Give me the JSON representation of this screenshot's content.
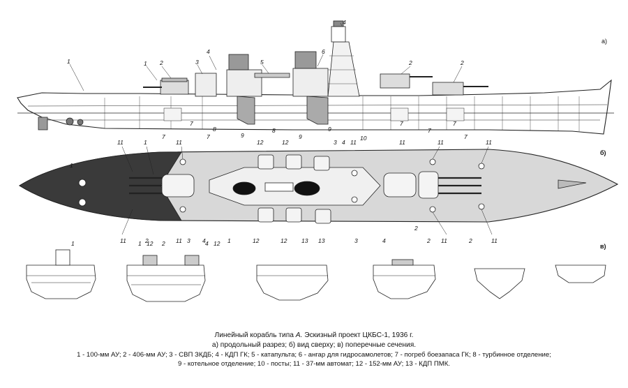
{
  "panels": {
    "a": "а)",
    "b": "б)",
    "c": "в)"
  },
  "profile_callouts": [
    "1",
    "1",
    "2",
    "3",
    "4",
    "5",
    "4",
    "6",
    "2",
    "2",
    "7",
    "7",
    "7",
    "8",
    "9",
    "8",
    "9",
    "9",
    "10",
    "7",
    "7",
    "7",
    "7"
  ],
  "plan_callouts": [
    "11",
    "1",
    "11",
    "12",
    "12",
    "3",
    "4",
    "11",
    "11",
    "11",
    "1",
    "11",
    "11",
    "2",
    "11",
    "2",
    "3",
    "4",
    "1",
    "12",
    "12",
    "13",
    "13",
    "3",
    "4",
    "2",
    "11",
    "2",
    "11"
  ],
  "section_callouts": [
    "1",
    "1",
    "12",
    "2",
    "4",
    "12"
  ],
  "caption": {
    "line1_prefix": "Линейный корабль типа",
    "line1_type": "А.",
    "line1_suffix": "Эскизный проект ЦКБС-1, 1936 г.",
    "line2": "а) продольный разрез; б) вид сверху; в) поперечные сечения.",
    "line3": "1 - 100-мм АУ; 2 - 406-мм АУ; 3 - СВП ЗКДБ; 4 - КДП ГК; 5 - катапульта; 6 - ангар для гидросамолетов; 7 - погреб боезапаса ГК; 8 - турбинное отделение;",
    "line4": "9 - котельное отделение; 10 - посты; 11 - 37-мм автомат; 12 - 152-мм АУ; 13 - КДП ПМК."
  }
}
